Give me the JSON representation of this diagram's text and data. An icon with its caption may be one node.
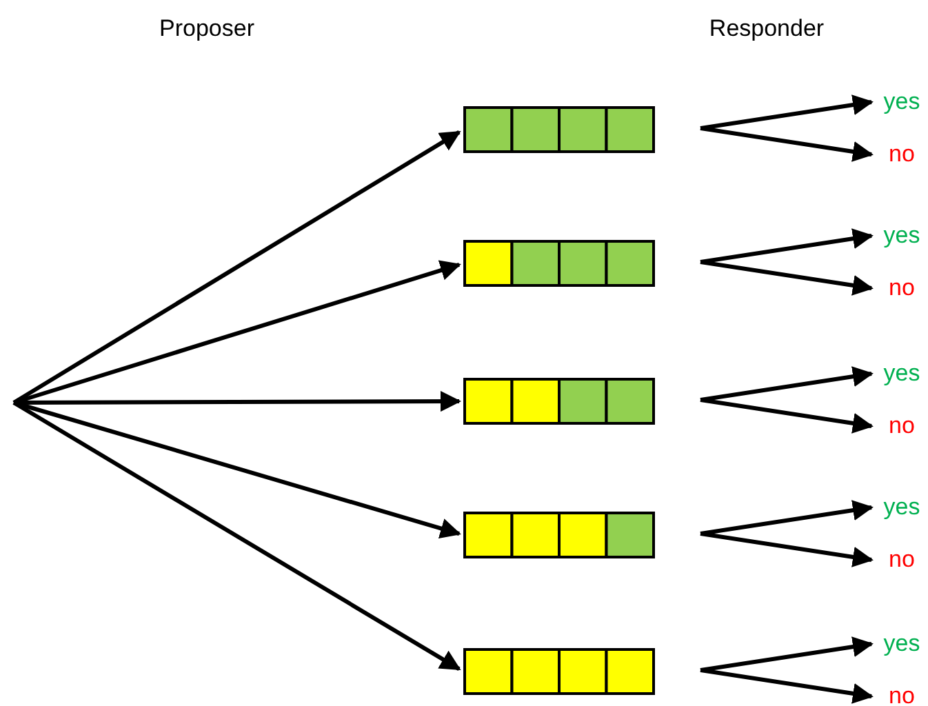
{
  "diagram": {
    "nodes": [
      {
        "text": [],
        "shape": "bar"
      },
      {
        "text": [
          "yes"
        ]
      },
      {
        "text": [
          "no"
        ]
      },
      {
        "text": [],
        "shape": "bar"
      },
      {
        "text": [
          "yes"
        ]
      },
      {
        "text": [
          "no"
        ]
      },
      {
        "text": [],
        "shape": "bar"
      },
      {
        "text": [
          "yes"
        ]
      },
      {
        "text": [
          "no"
        ]
      },
      {
        "text": [],
        "shape": "bar"
      },
      {
        "text": [
          "yes"
        ]
      },
      {
        "text": [
          "no"
        ]
      },
      {
        "text": [],
        "shape": "bar"
      },
      {
        "text": [
          "yes"
        ]
      },
      {
        "text": [
          "no"
        ]
      }
    ],
    "edges": [
      {
        "from": null,
        "to": 0,
        "arrow": "to"
      },
      {
        "from": null,
        "to": 3,
        "arrow": "to"
      },
      {
        "from": null,
        "to": 6,
        "arrow": "to"
      },
      {
        "from": null,
        "to": 9,
        "arrow": "to"
      },
      {
        "from": null,
        "to": 12,
        "arrow": "to"
      },
      {
        "from": null,
        "to": 1,
        "arrow": "to"
      },
      {
        "from": null,
        "to": 2,
        "arrow": "to"
      },
      {
        "from": null,
        "to": 4,
        "arrow": "to"
      },
      {
        "from": null,
        "to": 5,
        "arrow": "to"
      },
      {
        "from": null,
        "to": 7,
        "arrow": "to"
      },
      {
        "from": null,
        "to": 8,
        "arrow": "to"
      },
      {
        "from": null,
        "to": 10,
        "arrow": "to"
      },
      {
        "from": null,
        "to": 11,
        "arrow": "to"
      },
      {
        "from": null,
        "to": 13,
        "arrow": "to"
      },
      {
        "from": null,
        "to": 14,
        "arrow": "to"
      }
    ],
    "labels": [
      "Proposer",
      "Responder"
    ]
  }
}
